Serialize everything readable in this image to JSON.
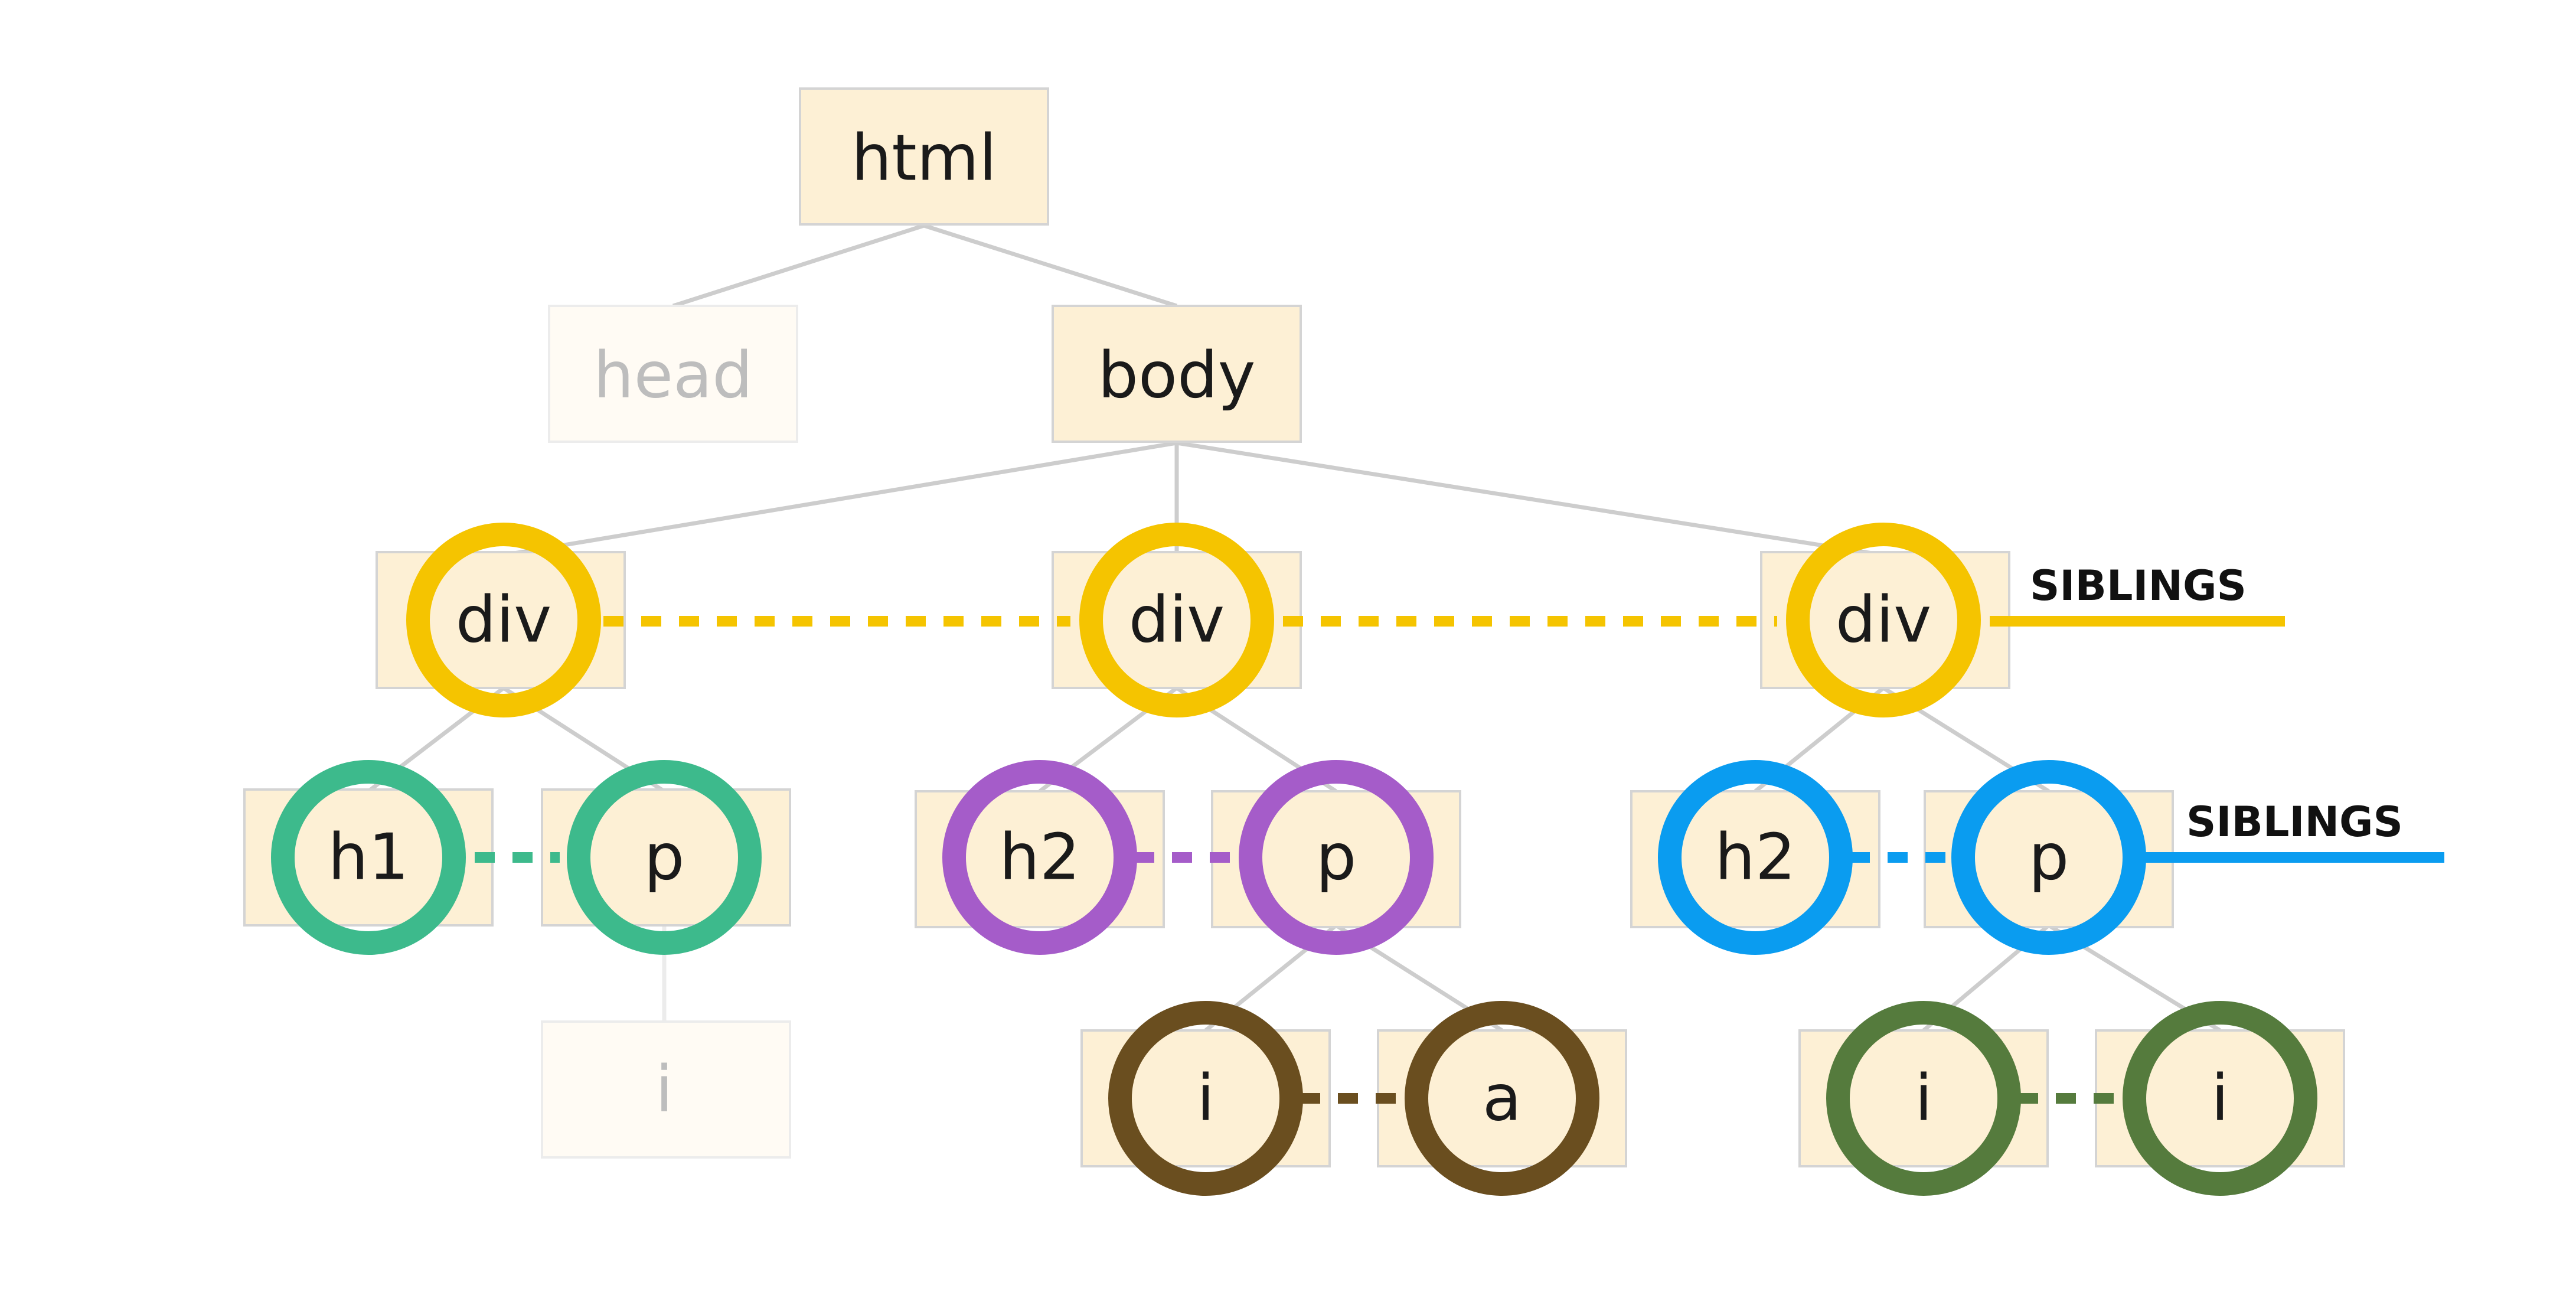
{
  "colors": {
    "yellow": "#f5c400",
    "green": "#3dba8c",
    "purple": "#a55cc9",
    "blue": "#0a9cf0",
    "brown": "#6a4e1f",
    "olive": "#557b3d"
  },
  "nodes": {
    "html": "html",
    "head": "head",
    "body": "body",
    "div1": "div",
    "div2": "div",
    "div3": "div",
    "h1": "h1",
    "p1": "p",
    "i1": "i",
    "h2a": "h2",
    "p2": "p",
    "i2": "i",
    "a2": "a",
    "h2b": "h2",
    "p3": "p",
    "i3a": "i",
    "i3b": "i"
  },
  "labels": {
    "siblings_top": "SIBLINGS",
    "siblings_mid": "SIBLINGS"
  }
}
